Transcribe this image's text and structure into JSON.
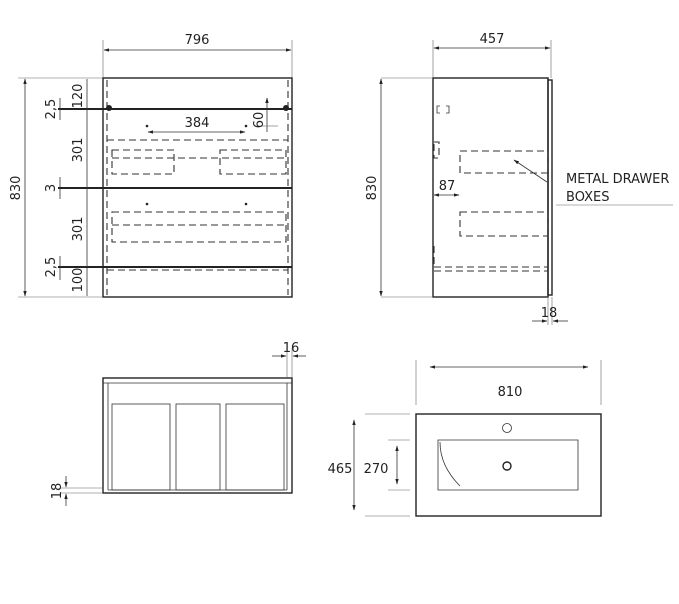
{
  "front_view": {
    "width": "796",
    "height": "830",
    "top_rail": "120",
    "drawer_top": "301",
    "drawer_bottom": "301",
    "plinth": "100",
    "shelf_top": "2,5",
    "divider": "3",
    "shelf_bottom": "2,5",
    "handle_spacing": "384",
    "handle_offset": "60"
  },
  "side_view": {
    "depth": "457",
    "height": "830",
    "drawer_offset": "87",
    "front_thickness": "18",
    "callout_line1": "METAL DRAWER",
    "callout_line2": "BOXES"
  },
  "top_view": {
    "side_thickness": "16",
    "base_thickness": "18"
  },
  "basin_view": {
    "width": "810",
    "depth": "465",
    "bowl_depth": "270"
  }
}
